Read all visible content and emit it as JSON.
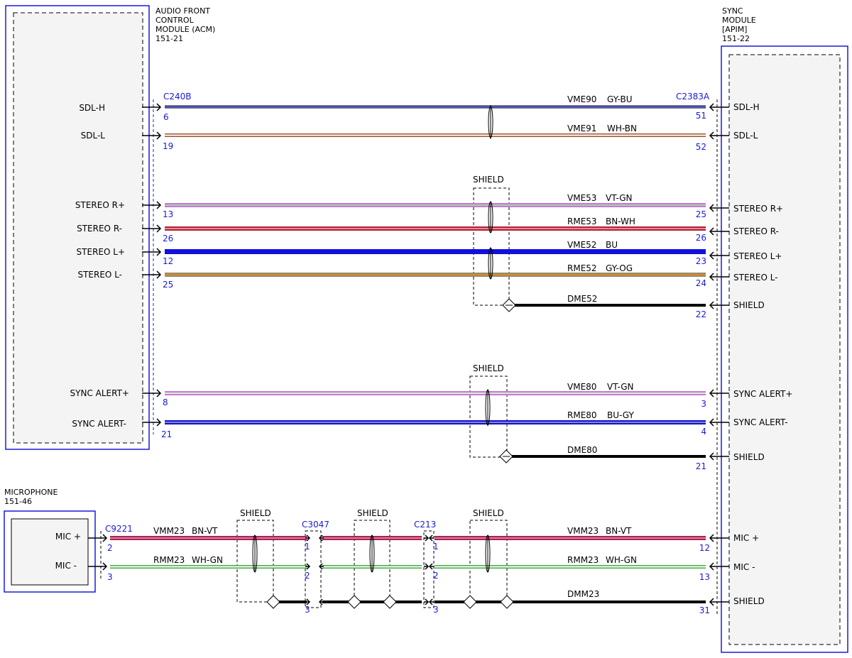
{
  "modules": {
    "acm": {
      "title_lines": [
        "AUDIO FRONT",
        "CONTROL",
        "MODULE (ACM)"
      ],
      "ref": "151-21"
    },
    "sync": {
      "title_lines": [
        "SYNC",
        "MODULE",
        "[APIM]"
      ],
      "ref": "151-22"
    },
    "mic": {
      "title_lines": [
        "MICROPHONE"
      ],
      "ref": "151-46"
    }
  },
  "connectors": {
    "c240b": "C240B",
    "c2383a": "C2383A",
    "c9221": "C9221",
    "c3047": "C3047",
    "c213": "C213"
  },
  "shield_label": "SHIELD",
  "wires": [
    {
      "id": "sdl-h",
      "left_label": "SDL-H",
      "right_label": "SDL-H",
      "left_pin": "6",
      "right_pin": "51",
      "circuit": "VME90",
      "color_code": "GY-BU",
      "colors": [
        "#3a3fd0",
        "#7a7a7a"
      ]
    },
    {
      "id": "sdl-l",
      "left_label": "SDL-L",
      "right_label": "SDL-L",
      "left_pin": "19",
      "right_pin": "52",
      "circuit": "VME91",
      "color_code": "WH-BN",
      "colors": [
        "#ffffff",
        "#a0522d"
      ]
    },
    {
      "id": "stereo-rp",
      "left_label": "STEREO R+",
      "right_label": "STEREO R+",
      "left_pin": "13",
      "right_pin": "25",
      "circuit": "VME53",
      "color_code": "VT-GN",
      "colors": [
        "#c77ad1",
        "#44aa44"
      ]
    },
    {
      "id": "stereo-rm",
      "left_label": "STEREO R-",
      "right_label": "STEREO R-",
      "left_pin": "26",
      "right_pin": "26",
      "circuit": "RME53",
      "color_code": "BN-WH",
      "colors": [
        "#b2223c",
        "#ffffff"
      ]
    },
    {
      "id": "stereo-lp",
      "left_label": "STEREO L+",
      "right_label": "STEREO L+",
      "left_pin": "12",
      "right_pin": "23",
      "circuit": "VME52",
      "color_code": "BU",
      "colors": [
        "#1010e0",
        "#1010e0"
      ]
    },
    {
      "id": "stereo-lm",
      "left_label": "STEREO L-",
      "right_label": "STEREO L-",
      "left_pin": "25",
      "right_pin": "24",
      "circuit": "RME52",
      "color_code": "GY-OG",
      "colors": [
        "#9a8a6a",
        "#d68a2a"
      ]
    },
    {
      "id": "shield-1",
      "left_label": "",
      "right_label": "SHIELD",
      "left_pin": "",
      "right_pin": "22",
      "circuit": "DME52",
      "color_code": "",
      "colors": [
        "#000000",
        "#000000"
      ]
    },
    {
      "id": "sync-ap",
      "left_label": "SYNC ALERT+",
      "right_label": "SYNC ALERT+",
      "left_pin": "8",
      "right_pin": "3",
      "circuit": "VME80",
      "color_code": "VT-GN",
      "colors": [
        "#c77ad1",
        "#44aa44"
      ]
    },
    {
      "id": "sync-am",
      "left_label": "SYNC ALERT-",
      "right_label": "SYNC ALERT-",
      "left_pin": "21",
      "right_pin": "4",
      "circuit": "RME80",
      "color_code": "BU-GY",
      "colors": [
        "#1010e0",
        "#7a7a7a"
      ]
    },
    {
      "id": "shield-2",
      "left_label": "",
      "right_label": "SHIELD",
      "left_pin": "",
      "right_pin": "21",
      "circuit": "DME80",
      "color_code": "",
      "colors": [
        "#000000",
        "#000000"
      ]
    }
  ],
  "mic_wires": [
    {
      "id": "mic-p",
      "left_label": "MIC +",
      "right_label": "MIC +",
      "pins": [
        "2",
        "1",
        "1",
        "12"
      ],
      "circuit_left": "VMM23",
      "code_left": "BN-VT",
      "circuit_right": "VMM23",
      "code_right": "BN-VT",
      "colors": [
        "#b2223c",
        "#c77ad1"
      ]
    },
    {
      "id": "mic-m",
      "left_label": "MIC -",
      "right_label": "MIC -",
      "pins": [
        "3",
        "2",
        "2",
        "13"
      ],
      "circuit_left": "RMM23",
      "code_left": "WH-GN",
      "circuit_right": "RMM23",
      "code_right": "WH-GN",
      "colors": [
        "#ffffff",
        "#44aa44"
      ]
    },
    {
      "id": "mic-shield",
      "left_label": "",
      "right_label": "SHIELD",
      "pins": [
        "",
        "3",
        "3",
        "31"
      ],
      "circuit_left": "",
      "code_left": "",
      "circuit_right": "DMM23",
      "code_right": "",
      "colors": [
        "#000000",
        "#000000"
      ]
    }
  ]
}
